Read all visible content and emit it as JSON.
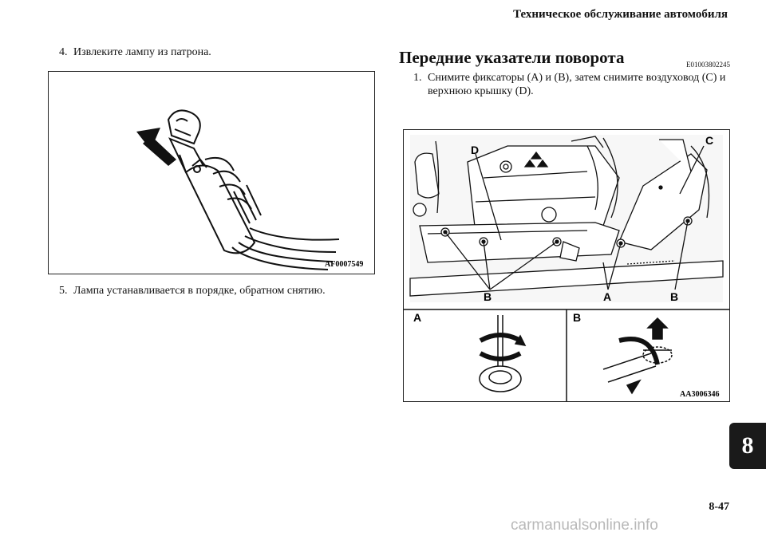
{
  "header": {
    "title": "Техническое обслуживание автомобиля"
  },
  "left": {
    "step4": {
      "num": "4.",
      "text": "Извлеките лампу из патрона."
    },
    "figure1": {
      "code": "AF0007549"
    },
    "step5": {
      "num": "5.",
      "text": "Лампа устанавливается в порядке, обратном снятию."
    }
  },
  "right": {
    "section_title": "Передние указатели поворота",
    "section_code": "E01003802245",
    "step1": {
      "num": "1.",
      "text_line1": "Снимите фиксаторы (A) и (B), затем снимите воздуховод (C) и",
      "text_line2": "верхнюю крышку (D)."
    },
    "figure2": {
      "code": "AA3006346",
      "labels": {
        "d": "D",
        "c": "C",
        "b1": "B",
        "a1": "A",
        "b2": "B",
        "detail_a": "A",
        "detail_b": "B"
      }
    }
  },
  "side_tab": "8",
  "page_number": "8-47",
  "watermark": "carmanualsonline.info"
}
